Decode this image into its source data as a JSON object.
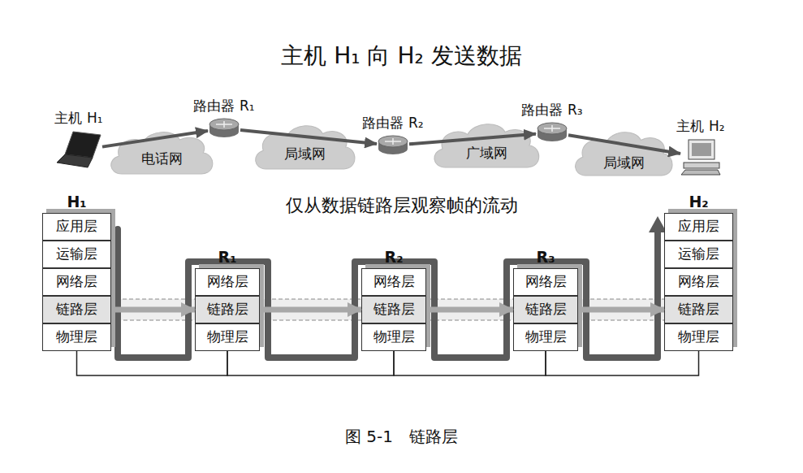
{
  "diagram": {
    "title": "主机 H₁ 向 H₂ 发送数据",
    "caption": "图 5-1　链路层",
    "nodes": [
      {
        "text": [
          "主机 H₁"
        ]
      },
      {
        "text": [
          "电话网"
        ]
      },
      {
        "text": [
          "路由器 R₁"
        ]
      },
      {
        "text": [
          "局域网"
        ]
      },
      {
        "text": [
          "路由器 R₂"
        ]
      },
      {
        "text": [
          "广域网"
        ]
      },
      {
        "text": [
          "路由器 R₃"
        ]
      },
      {
        "text": [
          "局域网"
        ]
      },
      {
        "text": [
          "主机 H₂"
        ]
      },
      {
        "text": [
          "H₁"
        ]
      },
      {
        "text": [
          "应用层"
        ],
        "in": 9
      },
      {
        "text": [
          "运输层"
        ],
        "in": 9
      },
      {
        "text": [
          "网络层"
        ],
        "in": 9
      },
      {
        "text": [
          "链路层"
        ],
        "in": 9
      },
      {
        "text": [
          "物理层"
        ],
        "in": 9
      },
      {
        "text": [
          "R₁"
        ]
      },
      {
        "text": [
          "网络层"
        ],
        "in": 15
      },
      {
        "text": [
          "链路层"
        ],
        "in": 15
      },
      {
        "text": [
          "物理层"
        ],
        "in": 15
      },
      {
        "text": [
          "R₂"
        ]
      },
      {
        "text": [
          "网络层"
        ],
        "in": 19
      },
      {
        "text": [
          "链路层"
        ],
        "in": 19
      },
      {
        "text": [
          "物理层"
        ],
        "in": 19
      },
      {
        "text": [
          "R₃"
        ]
      },
      {
        "text": [
          "网络层"
        ],
        "in": 23
      },
      {
        "text": [
          "链路层"
        ],
        "in": 23
      },
      {
        "text": [
          "物理层"
        ],
        "in": 23
      },
      {
        "text": [
          "H₂"
        ]
      },
      {
        "text": [
          "应用层"
        ],
        "in": 27
      },
      {
        "text": [
          "运输层"
        ],
        "in": 27
      },
      {
        "text": [
          "网络层"
        ],
        "in": 27
      },
      {
        "text": [
          "链路层"
        ],
        "in": 27
      },
      {
        "text": [
          "物理层"
        ],
        "in": 27
      }
    ],
    "edges": [
      {
        "from": 0,
        "to": 2,
        "arrow": "to"
      },
      {
        "from": 2,
        "to": 4,
        "arrow": "to"
      },
      {
        "from": 4,
        "to": 6,
        "arrow": "to"
      },
      {
        "from": 6,
        "to": 8,
        "arrow": "to"
      },
      {
        "from": 13,
        "to": 17,
        "arrow": "to"
      },
      {
        "from": 17,
        "to": 21,
        "arrow": "to"
      },
      {
        "from": 21,
        "to": 25,
        "arrow": "to"
      },
      {
        "from": 25,
        "to": 31,
        "arrow": "to"
      },
      {
        "from": 14,
        "to": 18,
        "arrow": "none"
      },
      {
        "from": 18,
        "to": 22,
        "arrow": "none"
      },
      {
        "from": 22,
        "to": 26,
        "arrow": "none"
      },
      {
        "from": 26,
        "to": 32,
        "arrow": "none"
      }
    ],
    "labels": [
      "仅从数据链路层观察帧的流动"
    ]
  }
}
